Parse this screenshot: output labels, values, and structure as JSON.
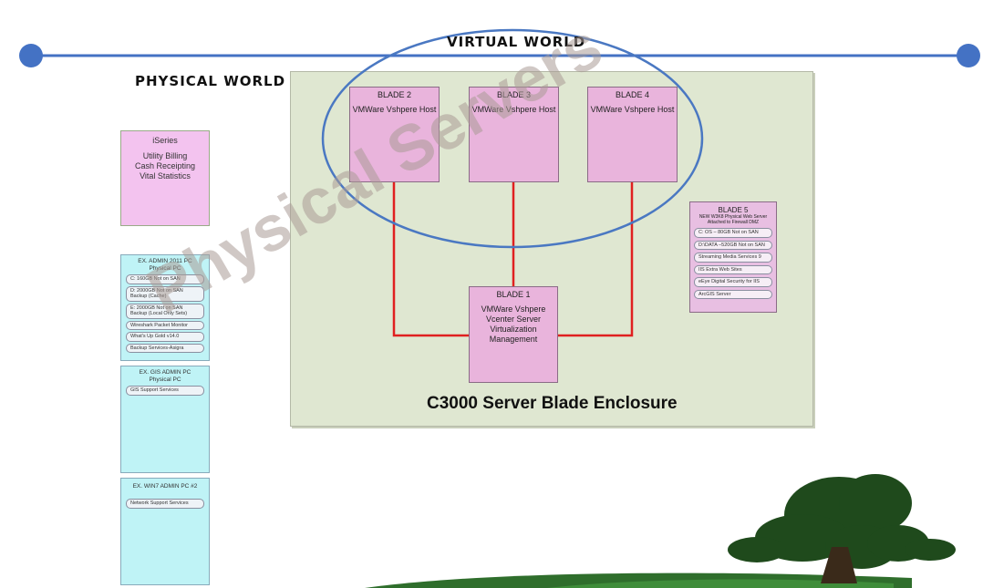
{
  "labels": {
    "virtual_world": "VIRTUAL WORLD",
    "physical_world": "PHYSICAL WORLD",
    "enclosure": "C3000 Server Blade Enclosure",
    "watermark": "Physical Servers"
  },
  "blades": {
    "blade2": {
      "title": "BLADE 2",
      "desc": "VMWare Vshpere Host"
    },
    "blade3": {
      "title": "BLADE 3",
      "desc": "VMWare Vshpere Host"
    },
    "blade4": {
      "title": "BLADE 4",
      "desc": "VMWare Vshpere Host"
    },
    "blade1": {
      "title": "BLADE 1",
      "desc": "VMWare Vshpere Vcenter Server Virtualization Management"
    },
    "blade5": {
      "title": "BLADE 5",
      "subtitle": "NEW W3K8 Physical Web Server Attached to Firewall DMZ",
      "items": [
        "C: OS – 80GB Not on SAN",
        "D:\\DATA –520GB Not on SAN",
        "Streaming Media Services 9",
        "IIS Extra Web Sites",
        "eEye Digital Security for IIS",
        "ArcGIS Server"
      ]
    }
  },
  "iseries": {
    "title": "iSeries",
    "lines": [
      "Utility Billing",
      "Cash Receipting",
      "Vital Statistics"
    ]
  },
  "pc1": {
    "title": "EX. ADMIN 2011 PC",
    "subtitle": "Physical PC",
    "items": [
      "C: 160GB Not on SAN",
      "D: 2000GB Not on SAN Backup (Cache)",
      "E: 2000GB Not on SAN Backup (Local Only Sets)",
      "Wireshark Packet Monitor",
      "What's Up Gold v14.0",
      "Backup Services-Asigra"
    ]
  },
  "pc2": {
    "title": "EX. GIS ADMIN PC",
    "subtitle": "Physical PC",
    "items": [
      "GIS Support Services"
    ]
  },
  "pc3": {
    "title": "EX. WIN7 ADMIN PC #2",
    "items": [
      "Network Support Services"
    ]
  },
  "colors": {
    "timeline": "#4472c4",
    "ellipse": "#4a78c2",
    "connector": "#e02020",
    "blade": "#e9b4dc",
    "pc": "#bff3f6",
    "enclosure": "#dfe7d1"
  }
}
